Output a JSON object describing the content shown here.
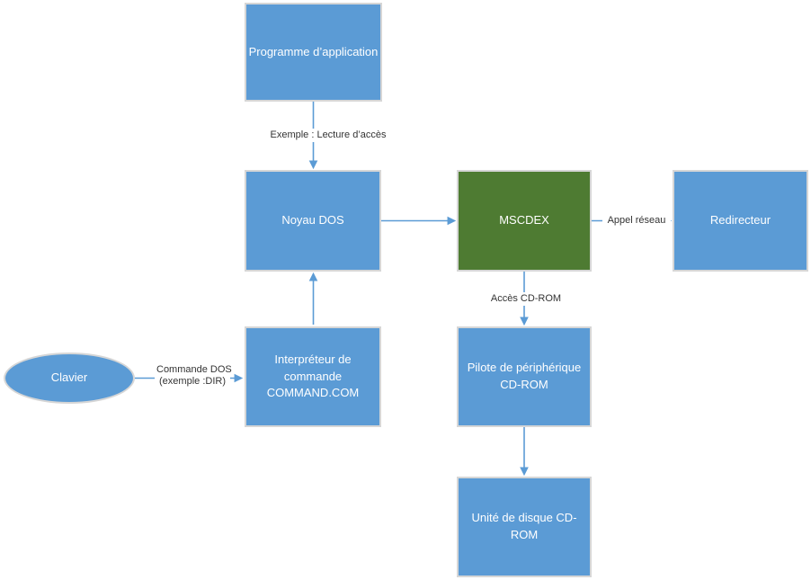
{
  "diagram": {
    "nodes": {
      "programme": {
        "label": "Programme d’application"
      },
      "noyau": {
        "label": "Noyau DOS"
      },
      "mscdex": {
        "label": "MSCDEX"
      },
      "redirecteur": {
        "label": "Redirecteur"
      },
      "interpreteur": {
        "label": "Interpréteur de commande COMMAND.COM"
      },
      "pilote": {
        "label": "Pilote de périphérique CD-ROM"
      },
      "unite": {
        "label": "Unité de disque CD-ROM"
      },
      "clavier": {
        "label": "Clavier"
      }
    },
    "edge_labels": {
      "exemple": "Exemple : Lecture d’accès",
      "appel": "Appel réseau",
      "acces": "Accès CD-ROM",
      "commande_line1": "Commande DOS",
      "commande_line2": "(exemple :DIR)"
    },
    "colors": {
      "box_blue": "#5b9bd5",
      "box_green": "#4e7b32",
      "border": "#d6d6d6",
      "arrow": "#5b9bd5",
      "box_text": "#ffffff",
      "label_text": "#333333"
    }
  }
}
